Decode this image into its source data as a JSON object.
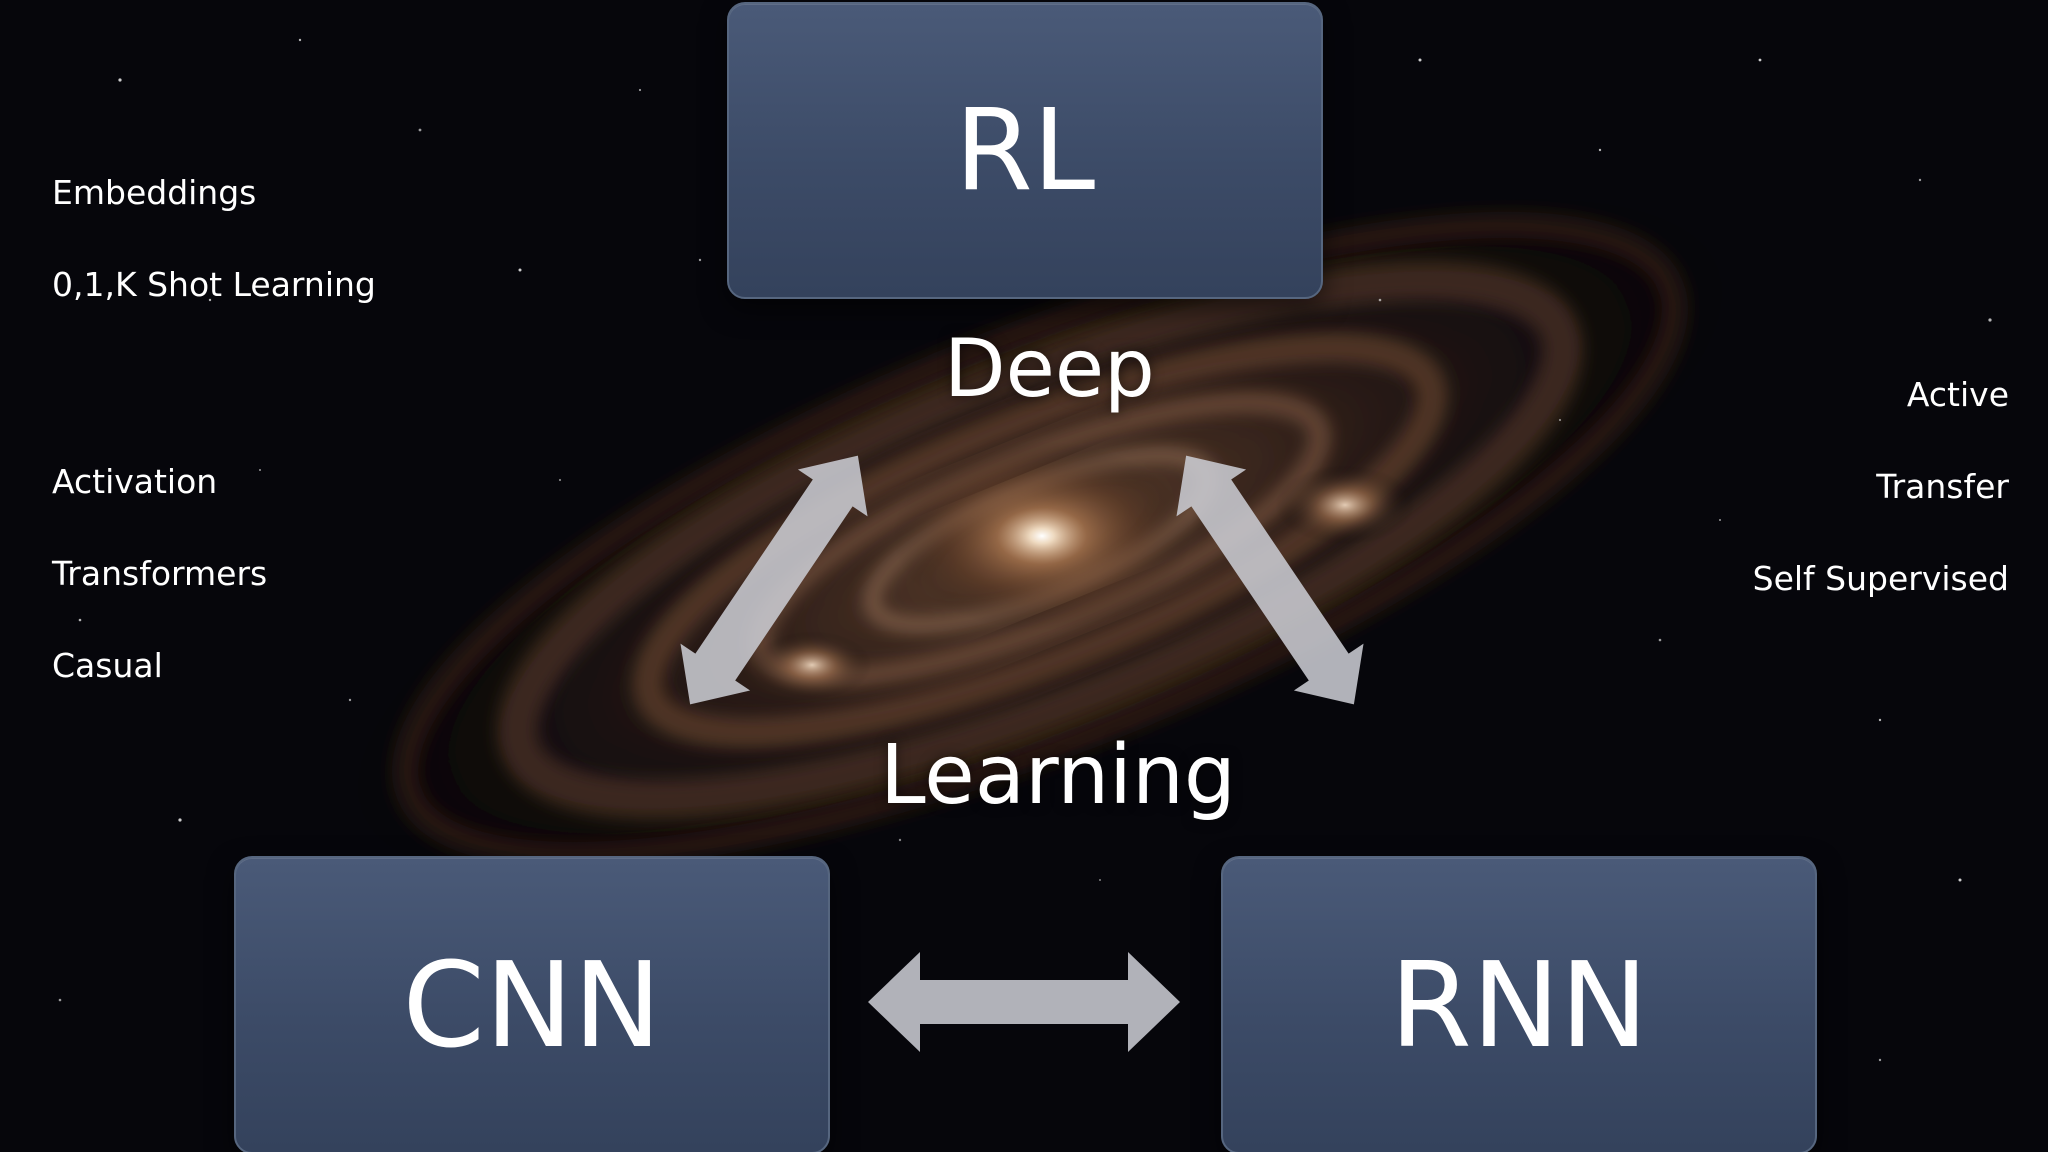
{
  "boxes": {
    "top": "RL",
    "bottom_left": "CNN",
    "bottom_right": "RNN"
  },
  "center": {
    "upper": "Deep",
    "lower": "Learning"
  },
  "left_terms": [
    "Embeddings",
    "0,1,K Shot Learning",
    "Activation",
    "Transformers",
    "Casual"
  ],
  "right_terms": [
    "Active",
    "Transfer",
    "Self Supervised"
  ],
  "colors": {
    "box_fill": "#3c4b67",
    "arrow_fill": "#c9cbd2",
    "text": "#ffffff",
    "background": "#05050a"
  }
}
